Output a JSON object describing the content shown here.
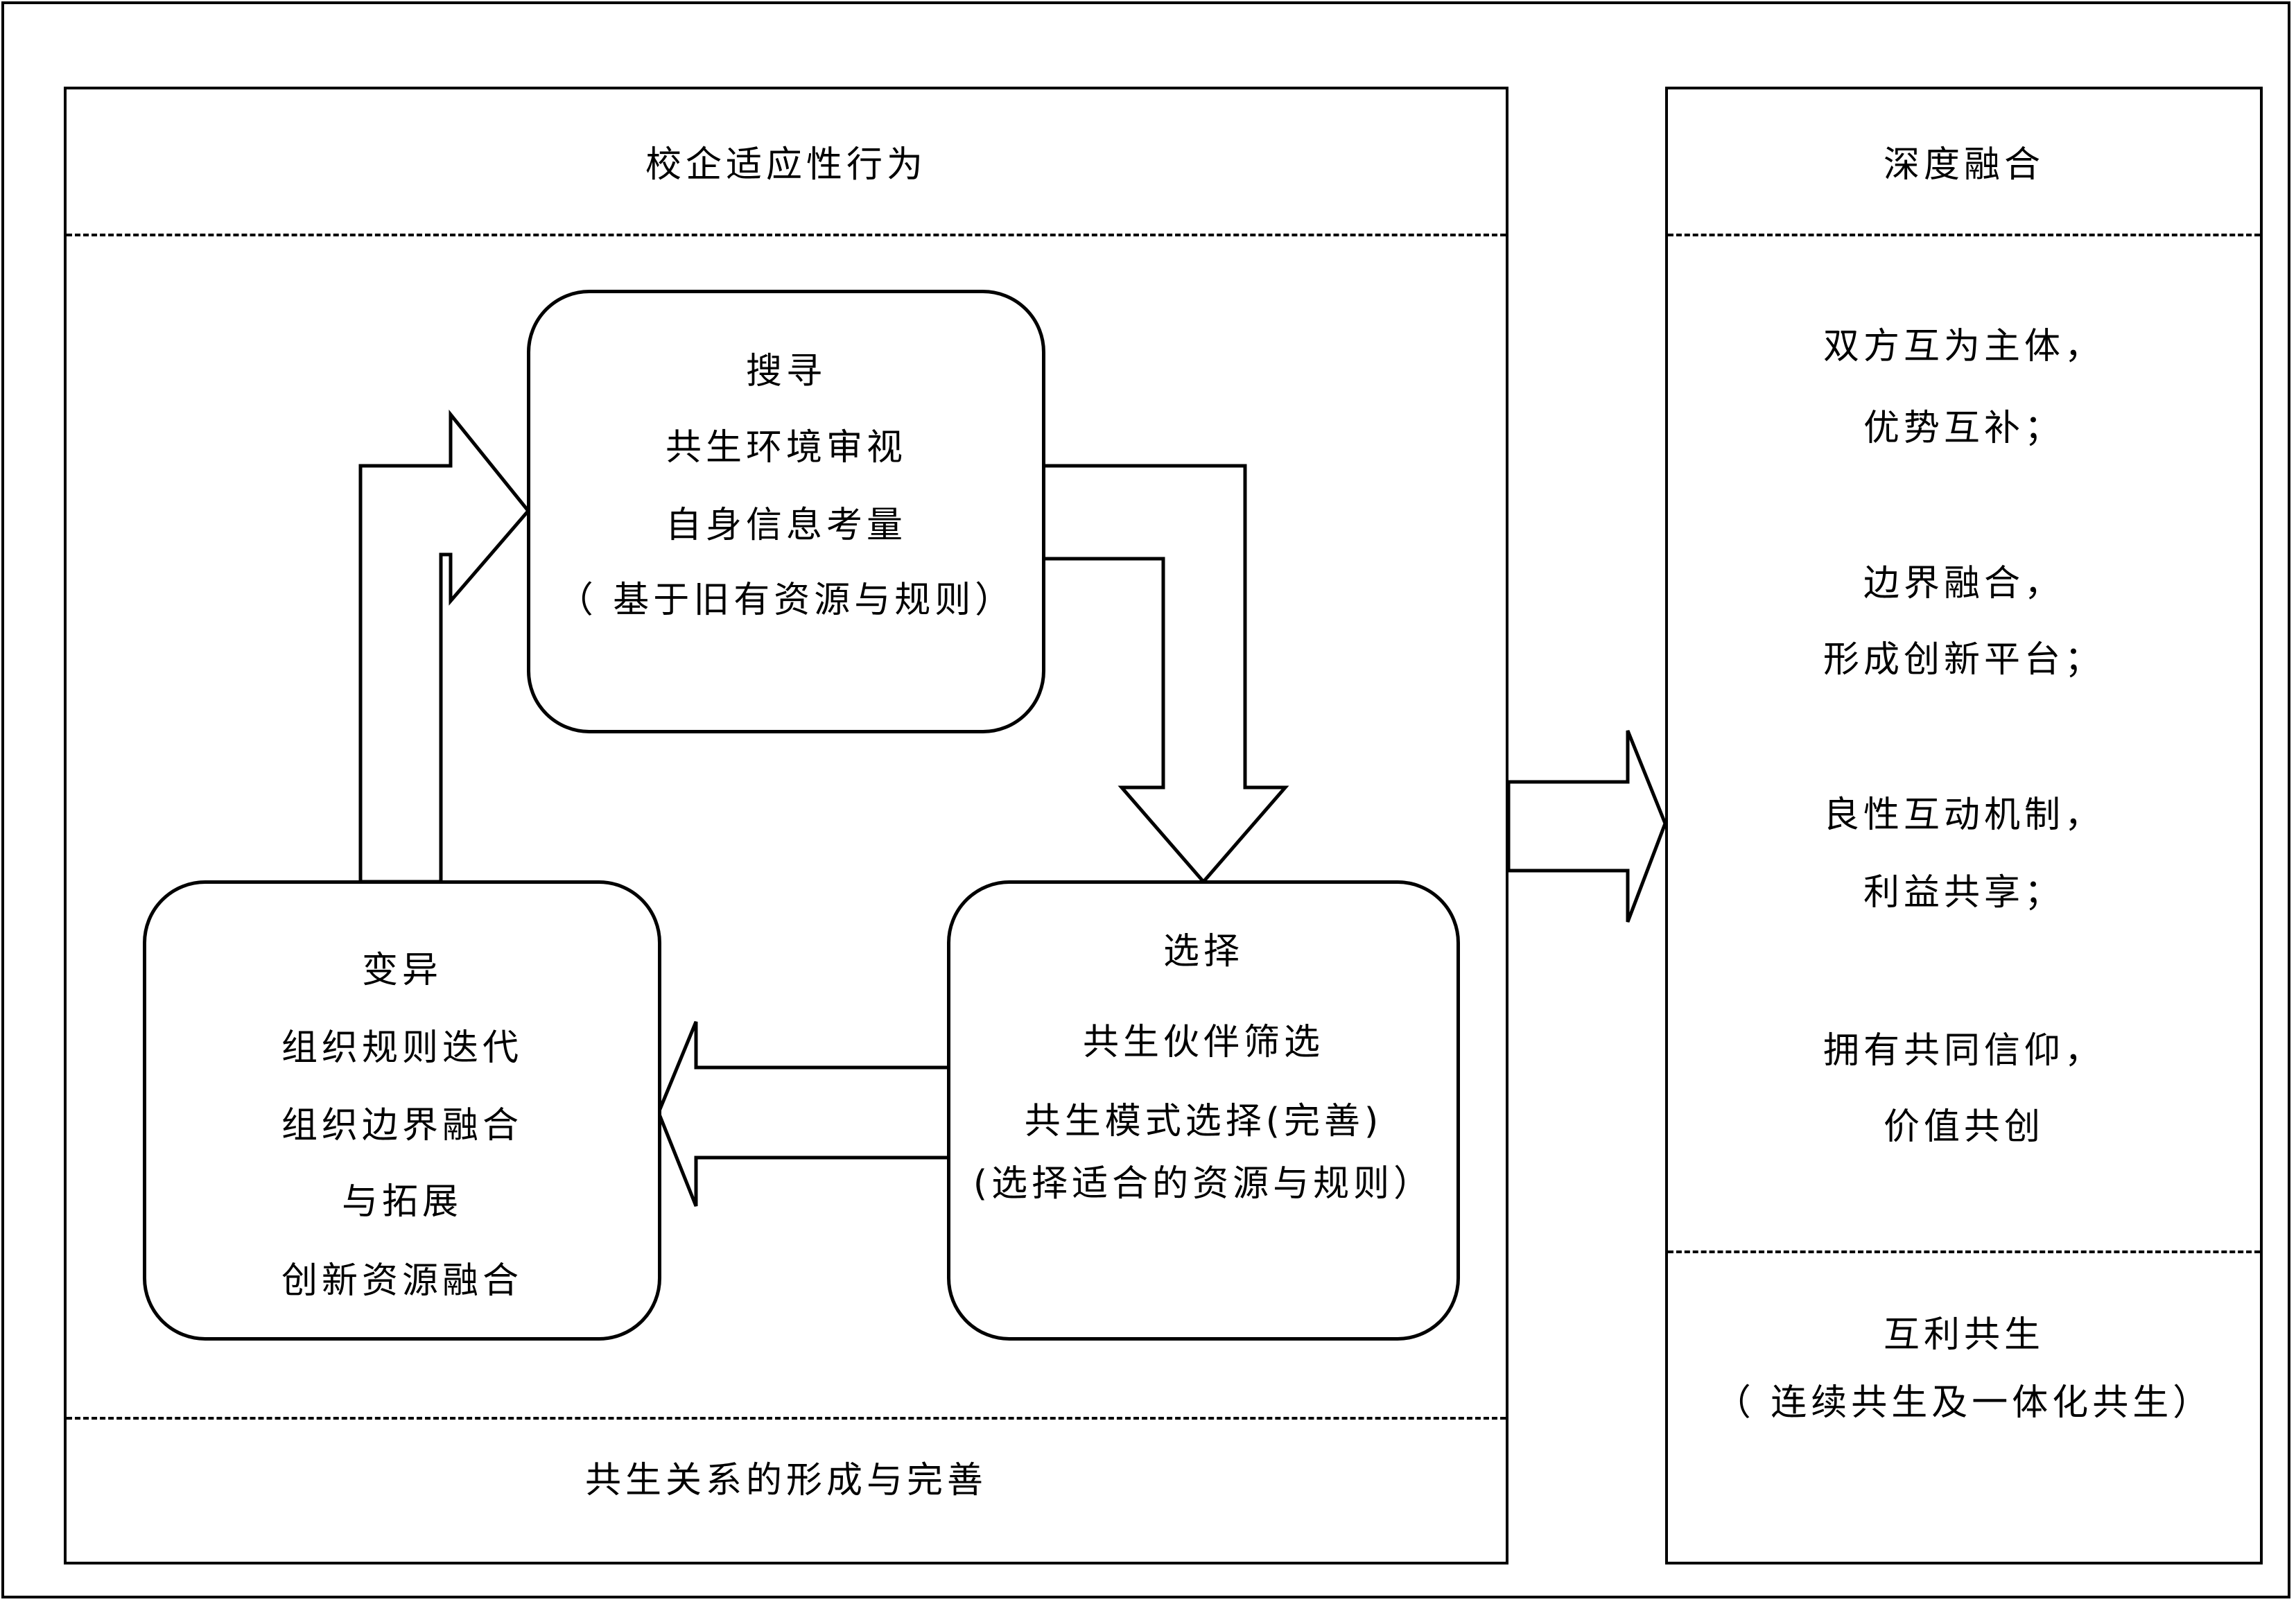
{
  "left_panel": {
    "title": "校企适应性行为",
    "footer": "共生关系的形成与完善"
  },
  "search_box": {
    "title": "搜寻",
    "lines": [
      "共生环境审视",
      "自身信息考量",
      "（ 基于旧有资源与规则）"
    ]
  },
  "select_box": {
    "title": "选择",
    "lines": [
      "共生伙伴筛选",
      "共生模式选择(完善)",
      "(选择适合的资源与规则）"
    ]
  },
  "variation_box": {
    "title": "变异",
    "lines": [
      "组织规则迭代",
      "组织边界融合",
      "与拓展",
      "创新资源融合"
    ]
  },
  "right_panel": {
    "title": "深度融合",
    "items": [
      [
        "双方互为主体，",
        "优势互补；"
      ],
      [
        "边界融合，",
        "形成创新平台；"
      ],
      [
        "良性互动机制，",
        "利益共享；"
      ],
      [
        "拥有共同信仰，",
        "价值共创"
      ]
    ],
    "footer_line1": "互利共生",
    "footer_line2": "（ 连续共生及一体化共生）"
  }
}
